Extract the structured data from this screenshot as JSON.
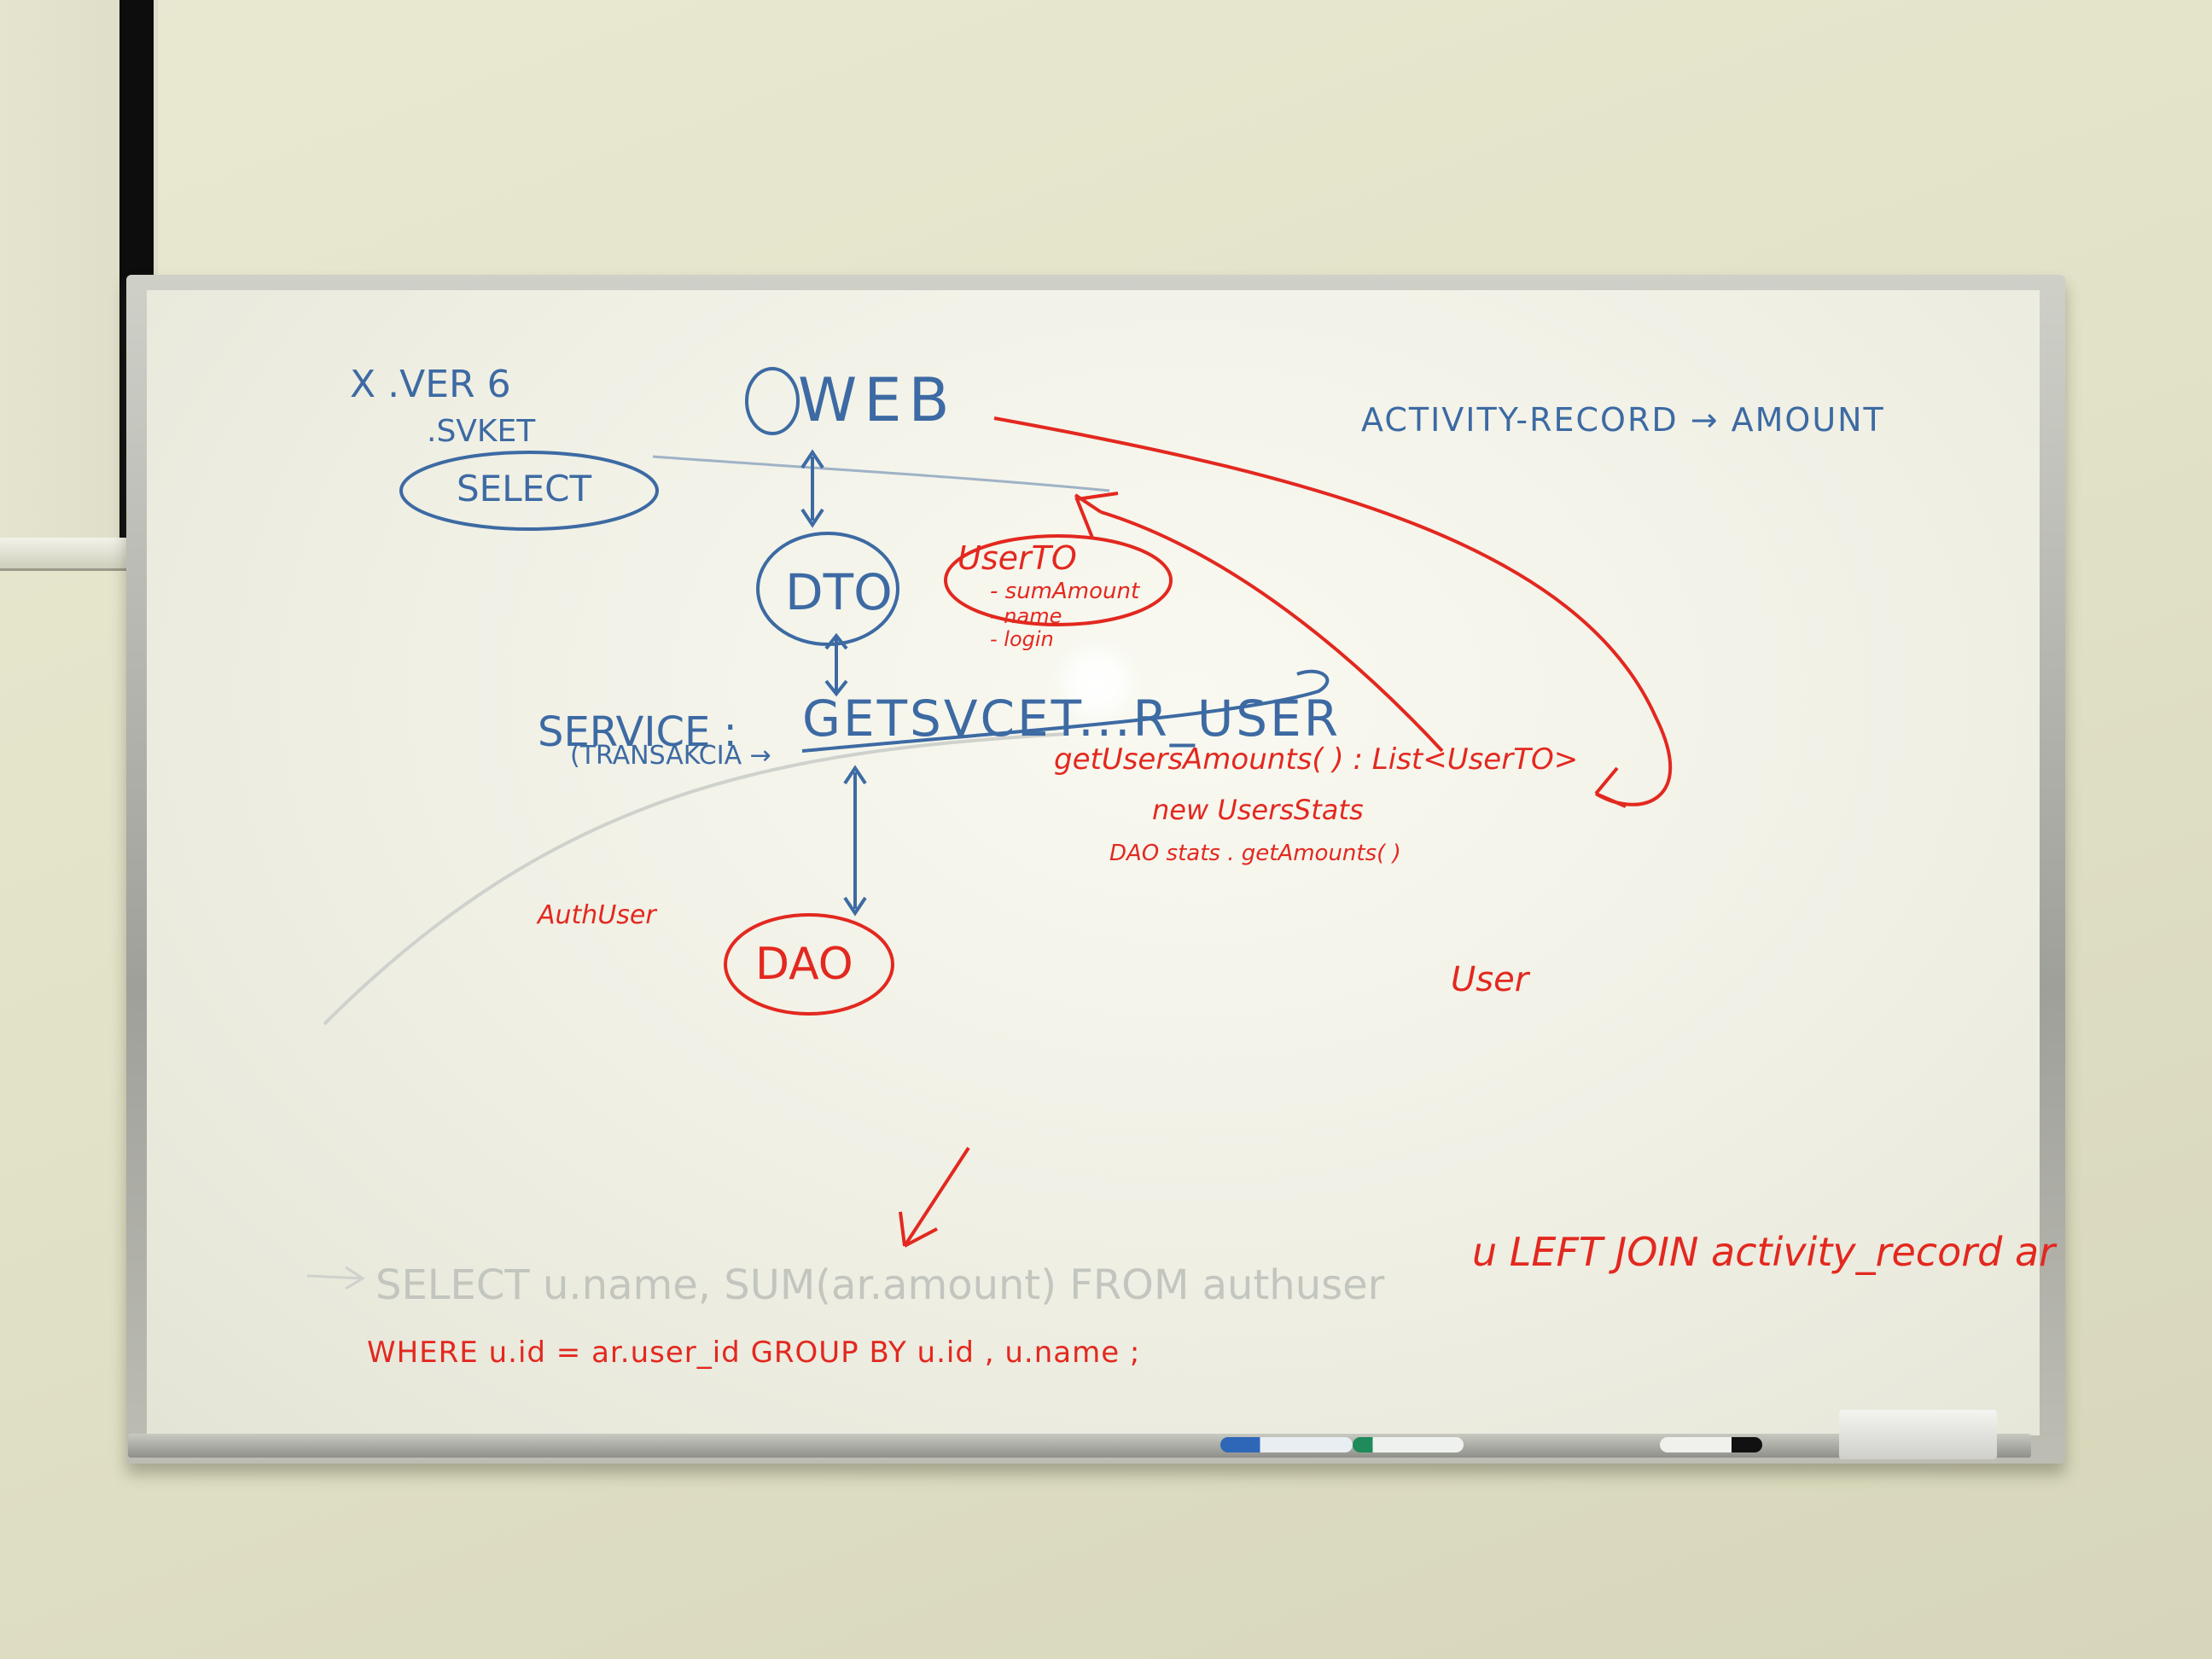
{
  "board": {
    "top_left_note_1": "X  .VER 6",
    "top_left_note_2": ".SVKET",
    "select_bubble": "SELECT",
    "web_label": "WEB",
    "activity_note": "ACTIVITY-RECORD → AMOUNT",
    "dto_label": "DTO",
    "userto_title": "UserTO",
    "userto_field_1": "- sumAmount",
    "userto_field_2": "- name",
    "userto_field_3": "- login",
    "service_label": "SERVICE :",
    "transaction_note": "(TRANSAKCIA →",
    "service_method": "GETSVCET...R_USER",
    "method_signature": "getUsersAmounts( ) : List<UserTO>",
    "new_stats_line": "new UsersStats",
    "dao_call_line": "DAO stats . getAmounts( )",
    "authuser_label": "AuthUser",
    "dao_label": "DAO",
    "user_label": "User",
    "sql_line_1_faded": "SELECT  u.name,  SUM(ar.amount)  FROM  authuser",
    "sql_line_1_red": "u  LEFT JOIN  activity_record  ar",
    "sql_line_2": "WHERE  u.id = ar.user_id  GROUP BY  u.id , u.name ;"
  },
  "colors": {
    "blue_ink": "#3d6aa3",
    "red_ink": "#e3281f",
    "faded_ink": "#c3c5bf"
  }
}
